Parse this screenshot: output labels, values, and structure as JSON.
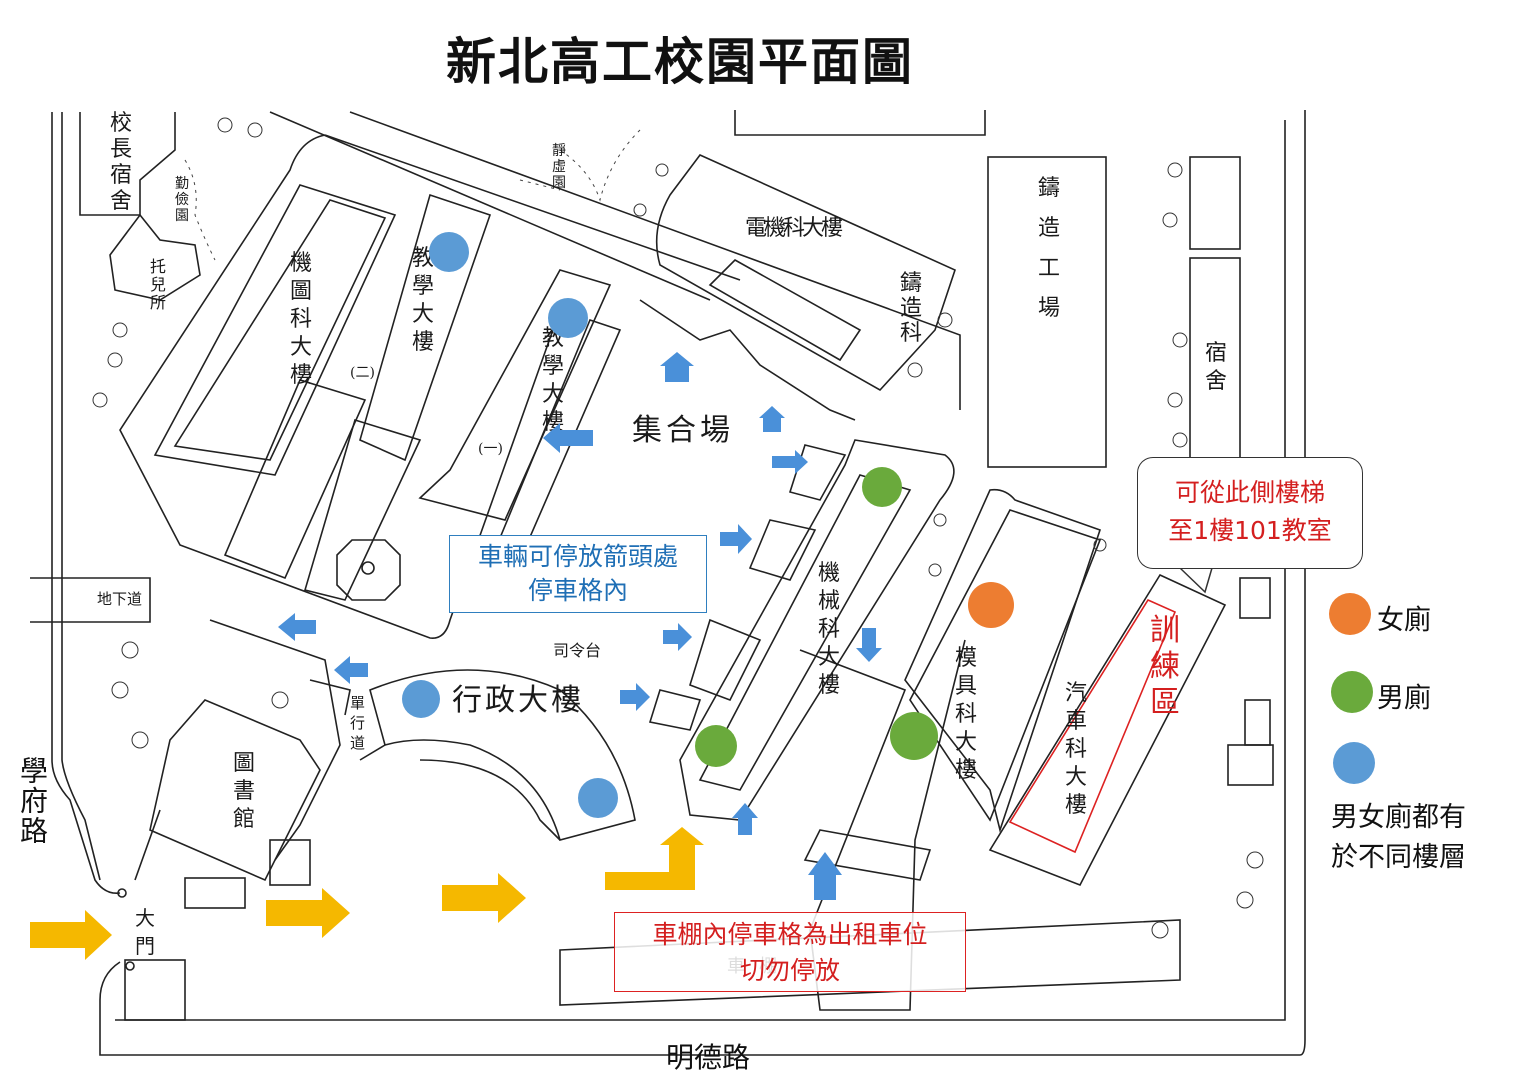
{
  "title": "新北高工校園平面圖",
  "notes": {
    "parking_arrows": "車輛可停放箭頭處\n停車格內",
    "rental_spaces": "車棚內停車格為出租車位\n切勿停放",
    "stair_callout": "可從此側樓梯\n至1樓101教室"
  },
  "labels": {
    "principal_dorm": "校長宿舍",
    "qinjian_garden": "勤儉園",
    "kindergarten": "托兒所",
    "jingxu_garden": "靜虛園",
    "electrical_building": "電機科大樓",
    "casting_dept": "鑄造科",
    "foundry": "鑄造工場",
    "dorm": "宿舍",
    "drafting_building": "機圖科大樓",
    "teaching_bldg_2": "教學大樓",
    "teaching_bldg_2_no": "(二)",
    "teaching_bldg_1": "教學大樓",
    "teaching_bldg_1_no": "(一)",
    "assembly": "集合場",
    "mechanical_building": "機械科大樓",
    "mold_building": "模具科大樓",
    "auto_building": "汽車科大樓",
    "training_area": "訓練區",
    "underpass": "地下道",
    "podium": "司令台",
    "admin_building": "行政大樓",
    "one_way": "單行道",
    "library": "圖書館",
    "main_gate": "大門",
    "bike_shed": "車棚"
  },
  "roads": {
    "xuefu": "學府路",
    "mingde": "明德路"
  },
  "legend": [
    {
      "label": "女廁",
      "color": "#ed7d31"
    },
    {
      "label": "男廁",
      "color": "#6aaa3c"
    },
    {
      "label": "男女廁都有\n於不同樓層",
      "color": "#5b9bd5"
    }
  ],
  "colors": {
    "female": "#ed7d31",
    "male": "#6aaa3c",
    "both": "#5b9bd5",
    "arrow_blue": "#4a90d9",
    "arrow_yellow": "#f5b800",
    "note_red": "#d41f1f",
    "note_blue": "#1f6fb5"
  }
}
